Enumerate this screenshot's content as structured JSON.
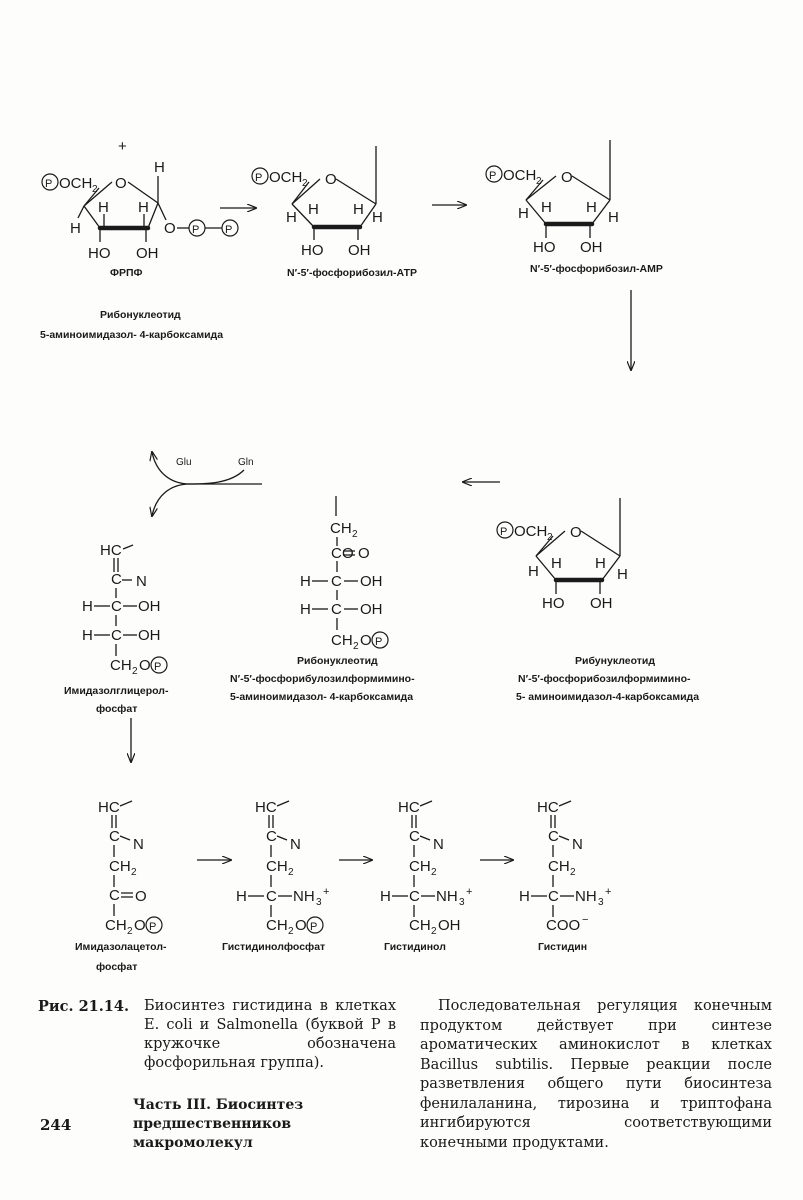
{
  "diagram": {
    "plus": "+",
    "P": "P",
    "OCH": "OCH",
    "two": "2",
    "three": "3",
    "H": "H",
    "O": "O",
    "HO": "HO",
    "OH": "OH",
    "HC": "HC",
    "C": "C",
    "N": "N",
    "CH": "CH",
    "CH2O": "CH",
    "eqO": "O",
    "NH3": "NH",
    "COO": "COO",
    "minus": "−",
    "CH2OH": "CH",
    "glu": "Glu",
    "gln": "Gln",
    "labels": {
      "prpp": "ФРПФ",
      "atp": "N′-5′-фосфорибозил-АТР",
      "amp": "N′-5′-фосфорибозил-АМР",
      "aicar_1": "Рибонуклеотид",
      "aicar_2": "5-аминоимидазол- 4-карбоксамида",
      "ribulo_1": "Рибонуклеотид",
      "ribulo_2": "N′-5′-фосфорибулозилформимино-",
      "ribulo_3": "5-аминоимидазол- 4-карбоксамида",
      "ribo_1": "Рибунуклеотид",
      "ribo_2": "N′-5′-фосфорибозилформимино-",
      "ribo_3": "5- аминоимидазол-4-карбоксамида",
      "igp_1": "Имидазолглицерол-",
      "igp_2": "фосфат",
      "iap_1": "Имидазолацетол-",
      "iap_2": "фосфат",
      "hisp": "Гистидинолфосфат",
      "hisol": "Гистидинол",
      "his": "Гистидин"
    }
  },
  "caption": {
    "fig": "Рис. 21.14.",
    "text": "Биосинтез гистидина в клетках E. coli и Salmonella (буквой Р в кружочке обозначена фосфорильная группа)."
  },
  "part": {
    "line1": "Часть III. Биосинтез",
    "line2": "предшественников макромолекул"
  },
  "page_number": "244",
  "body": {
    "text": "Последовательная регуляция конечным продуктом действует при синтезе ароматических аминокислот в клетках Bacillus subtilis. Первые реакции после разветвления общего пути биосинтеза фенилаланина, тирозина и триптофана ингибируются соответствующими конечными продуктами."
  }
}
